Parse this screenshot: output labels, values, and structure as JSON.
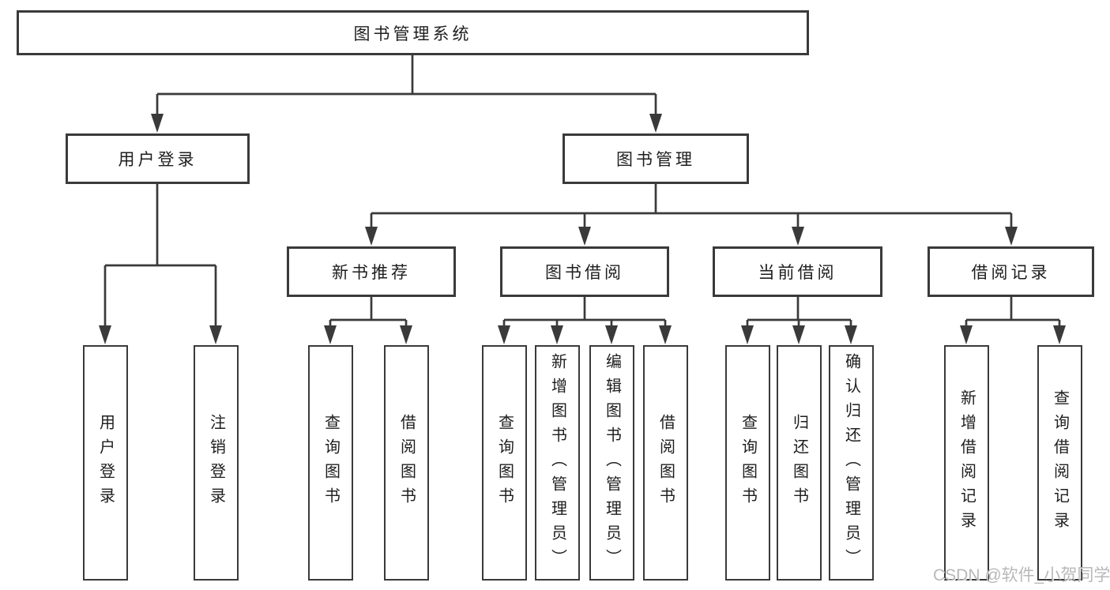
{
  "diagram_title": "图书管理系统",
  "nodes": {
    "root": "图书管理系统",
    "user_login": "用户登录",
    "book_mgmt": "图书管理",
    "new_book_rec": "新书推荐",
    "book_borrow": "图书借阅",
    "current_borrow": "当前借阅",
    "borrow_record": "借阅记录",
    "user_login_leaf": "用户登录",
    "logout_leaf": "注销登录",
    "rec_query_book": "查询图书",
    "rec_borrow_book": "借阅图书",
    "bb_query_book": "查询图书",
    "bb_add_book": "新增图书（管理员）",
    "bb_edit_book": "编辑图书（管理员）",
    "bb_borrow_book": "借阅图书",
    "cb_query_book": "查询图书",
    "cb_return_book": "归还图书",
    "cb_confirm_return": "确认归还（管理员）",
    "br_add_record": "新增借阅记录",
    "br_query_record": "查询借阅记录"
  },
  "hierarchy": {
    "图书管理系统": {
      "用户登录": [
        "用户登录",
        "注销登录"
      ],
      "图书管理": {
        "新书推荐": [
          "查询图书",
          "借阅图书"
        ],
        "图书借阅": [
          "查询图书",
          "新增图书（管理员）",
          "编辑图书（管理员）",
          "借阅图书"
        ],
        "当前借阅": [
          "查询图书",
          "归还图书",
          "确认归还（管理员）"
        ],
        "借阅记录": [
          "新增借阅记录",
          "查询借阅记录"
        ]
      }
    }
  },
  "watermark": "CSDN @软件_小贺同学",
  "colors": {
    "line": "#3a3a3a",
    "box_border": "#3a3a3a",
    "box_fill": "#ffffff",
    "text": "#1e1e1e",
    "background": "#ffffff",
    "watermark": "#b3b3b3"
  }
}
